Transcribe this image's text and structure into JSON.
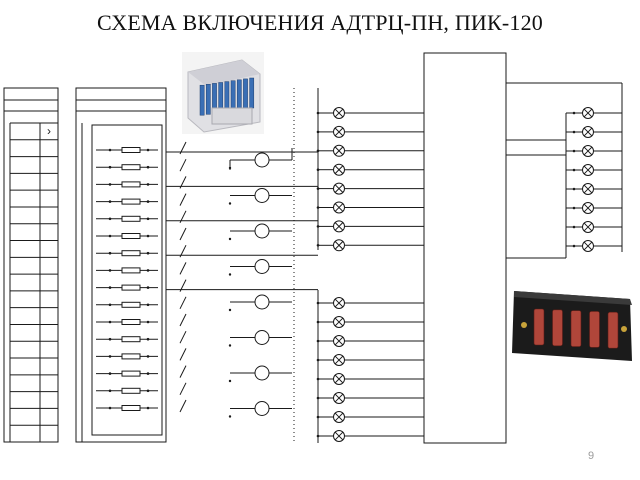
{
  "slide": {
    "title": "СХЕМА ВКЛЮЧЕНИЯ АДТРЦ-ПН, ПИК-120",
    "page_number": "9"
  },
  "colors": {
    "line": "#1a1a1a",
    "background": "#ffffff",
    "page_number": "#9a9a9a",
    "device_body": "#e8e8ea",
    "device_module_blue": "#3a6fb5",
    "device_panel": "#1b1b1b",
    "device_fuse_red": "#b0463a"
  },
  "diagram": {
    "left_table_rows": 19,
    "resistor_count": 16,
    "lamp_count_top": 8,
    "lamp_count_bottom": 8,
    "lamp_count_right": 8,
    "relay_circle_count": 8,
    "left_table_marker": "›"
  },
  "images": {
    "adtrc_module_photo": "photo-of-adtrc-pn-module",
    "pik120_panel_photo": "photo-of-pik-120-panel"
  }
}
